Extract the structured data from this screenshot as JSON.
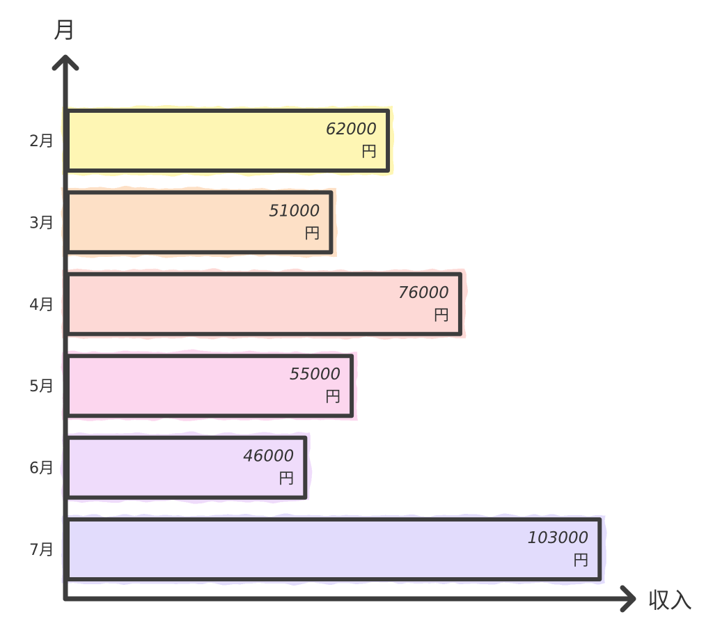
{
  "chart_data": {
    "type": "bar",
    "orientation": "horizontal",
    "xlabel": "収入",
    "ylabel": "月",
    "categories": [
      "2月",
      "3月",
      "4月",
      "5月",
      "6月",
      "7月"
    ],
    "values": [
      62000,
      51000,
      76000,
      55000,
      46000,
      103000
    ],
    "value_unit": "円",
    "colors": [
      "#fef6b4",
      "#fde0c6",
      "#fdd9d6",
      "#fcd6ee",
      "#efdcfb",
      "#e2dcfc"
    ],
    "grid": false,
    "legend": "none"
  }
}
